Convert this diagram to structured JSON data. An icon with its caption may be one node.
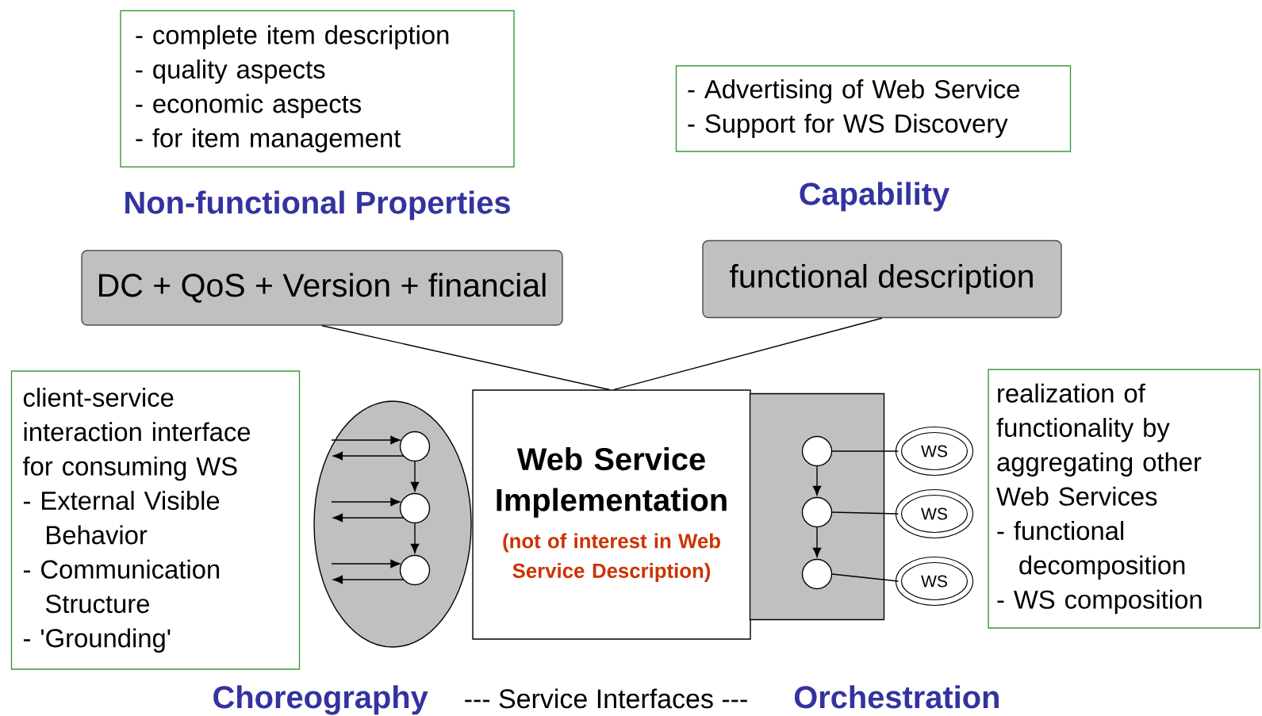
{
  "diagram": {
    "nodes": [
      {
        "text": [
          "- complete item description",
          "- quality aspects",
          "- economic aspects",
          "- for item management"
        ]
      },
      {
        "text": [
          "- Advertising of Web Service",
          "- Support for WS Discovery"
        ]
      },
      {
        "text": [
          "DC + QoS + Version + financial"
        ]
      },
      {
        "text": [
          "functional description"
        ]
      },
      {
        "text": [
          "client-service interaction interface for consuming WS",
          "- External Visible Behavior",
          "- Communication Structure",
          "- 'Grounding'"
        ]
      },
      {
        "text": [],
        "shape": "ellipse"
      },
      {
        "text": [],
        "shape": "circle",
        "in": 5
      },
      {
        "text": [],
        "shape": "circle",
        "in": 5
      },
      {
        "text": [],
        "shape": "circle",
        "in": 5
      },
      {
        "text": [
          "Web Service Implementation",
          "(not of interest in Web Service Description)"
        ]
      },
      {
        "text": [],
        "shape": "box"
      },
      {
        "text": [],
        "shape": "circle",
        "in": 10
      },
      {
        "text": [],
        "shape": "circle",
        "in": 10
      },
      {
        "text": [],
        "shape": "circle",
        "in": 10
      },
      {
        "text": [
          "WS"
        ]
      },
      {
        "text": [
          "WS"
        ]
      },
      {
        "text": [
          "WS"
        ]
      },
      {
        "text": [
          "realization of functionality by aggregating other Web Services",
          "- functional decomposition",
          "- WS composition"
        ]
      }
    ],
    "edges": [
      {
        "from": 2,
        "to": 9,
        "arrow": "none"
      },
      {
        "from": 3,
        "to": 9,
        "arrow": "none"
      },
      {
        "from": null,
        "to": 6,
        "arrow": "to"
      },
      {
        "from": 6,
        "to": null,
        "arrow": "to"
      },
      {
        "from": null,
        "to": 7,
        "arrow": "to"
      },
      {
        "from": 7,
        "to": null,
        "arrow": "to"
      },
      {
        "from": null,
        "to": 8,
        "arrow": "to"
      },
      {
        "from": 8,
        "to": null,
        "arrow": "to"
      },
      {
        "from": 6,
        "to": 7,
        "arrow": "to"
      },
      {
        "from": 7,
        "to": 8,
        "arrow": "to"
      },
      {
        "from": 11,
        "to": 12,
        "arrow": "to"
      },
      {
        "from": 12,
        "to": 13,
        "arrow": "to"
      },
      {
        "from": 11,
        "to": 14,
        "arrow": "none"
      },
      {
        "from": 12,
        "to": 15,
        "arrow": "none"
      },
      {
        "from": 13,
        "to": 16,
        "arrow": "none"
      }
    ],
    "labels": [
      "Non-functional Properties",
      "Capability",
      "Choreography",
      "--- Service Interfaces ---",
      "Orchestration"
    ]
  }
}
